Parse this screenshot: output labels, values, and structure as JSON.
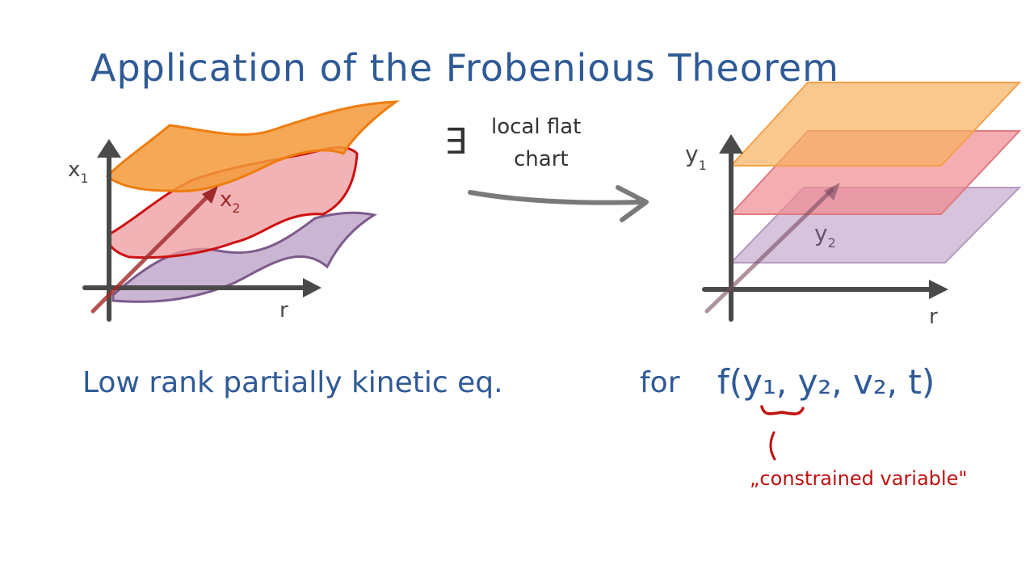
{
  "title": "Application of the Frobenious Theorem",
  "left_diagram": {
    "axis_vertical": "x",
    "axis_vertical_sub": "1",
    "axis_depth": "x",
    "axis_depth_sub": "2",
    "axis_horizontal": "r"
  },
  "arrow_label": {
    "exists_symbol": "∃",
    "line1": "local flat",
    "line2": "chart"
  },
  "right_diagram": {
    "axis_vertical": "y",
    "axis_vertical_sub": "1",
    "axis_depth": "y",
    "axis_depth_sub": "2",
    "axis_horizontal": "r"
  },
  "equation_line": {
    "text": "Low rank partially kinetic eq.",
    "for": "for",
    "formula": "f(y₁, y₂, v₂, t)"
  },
  "annotation": "„constrained variable\"",
  "colors": {
    "ink_blue": "#2f5a96",
    "ink_red": "#c01010",
    "orange": "#f08a1c",
    "pink": "#e8888c",
    "purple": "#a07eab",
    "axis_gray": "#4a4a4a"
  }
}
